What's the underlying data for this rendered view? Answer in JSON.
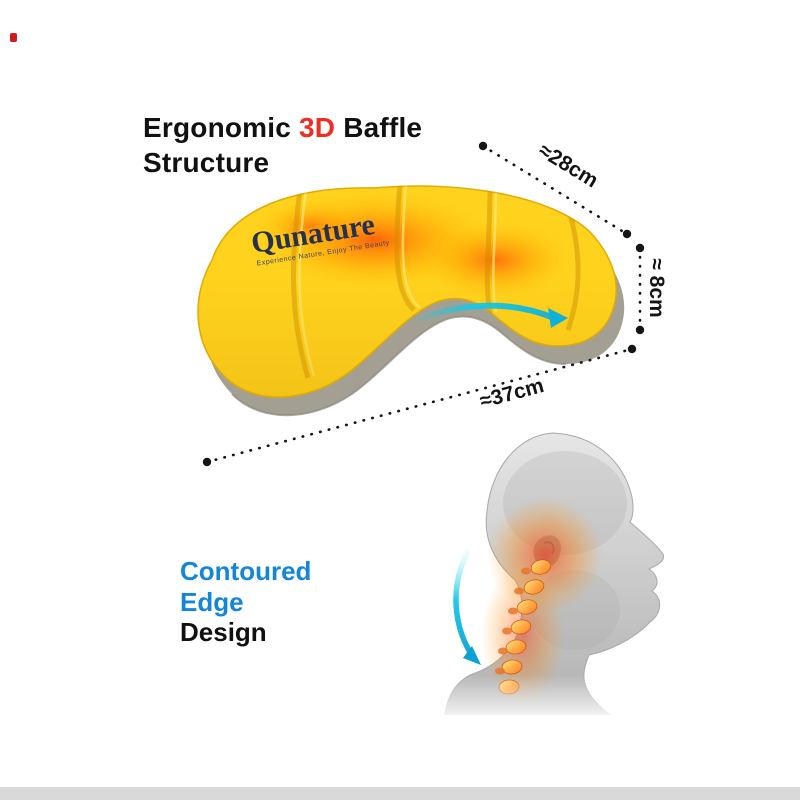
{
  "meta": {
    "background_color": "#ffffff",
    "description": "Product marketing image of an inflatable ergonomic camping pillow with dimension callouts and neck-support illustration"
  },
  "header": {
    "t1": "Ergonomic ",
    "t2": "3D",
    "t3": " Baffle",
    "line2": "Structure",
    "accent_color": "#ee2e24"
  },
  "dimensions": {
    "top_width": "≈28cm",
    "thickness": "≈ 8cm",
    "length": "≈37cm"
  },
  "pillow": {
    "brand": "Qunature",
    "tagline": "Experience Nature, Enjoy The Beauty",
    "body_color": "#ffd21e",
    "base_color": "#a49f93",
    "glow_color": "#ff7a00",
    "swoosh_color": "#17c8e6"
  },
  "feature": {
    "l1": "Contoured",
    "l2": "Edge",
    "l3": "Design",
    "accent_color": "#1486d8"
  },
  "anatomy": {
    "figure_color": "#c9c9c9",
    "spine_highlight_color": "#ff6a1a"
  }
}
